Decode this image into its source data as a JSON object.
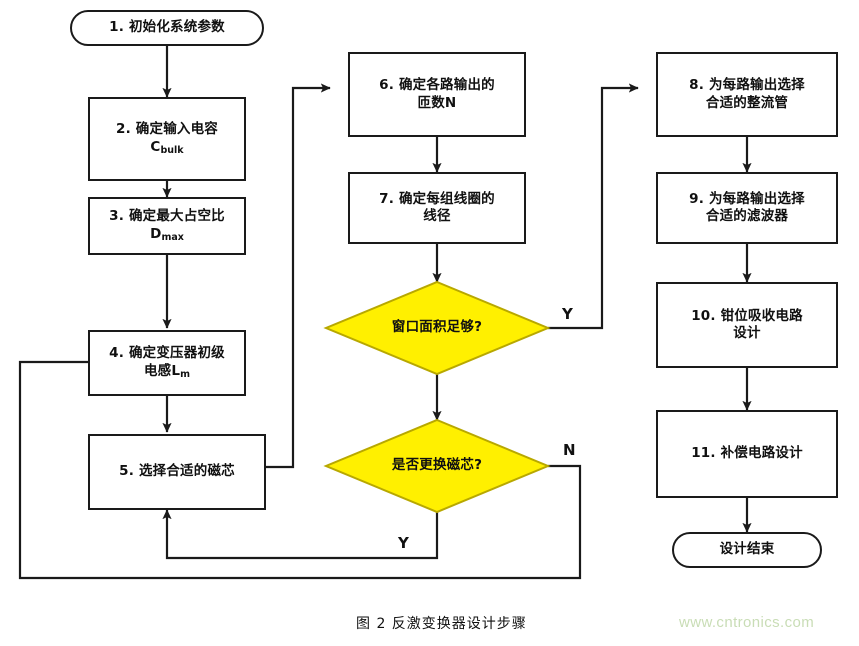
{
  "figure": {
    "caption": "图 2  反激变换器设计步骤",
    "watermark": "www.cntronics.com"
  },
  "colors": {
    "decision_fill": "#FFF000",
    "decision_stroke": "#B8A800",
    "node_stroke": "#1a1a1a",
    "node_fill": "#ffffff",
    "line": "#1a1a1a",
    "watermark": "#c9ddb6",
    "background": "#ffffff"
  },
  "nodes": {
    "start": {
      "type": "terminator",
      "label": "1. 初始化系统参数"
    },
    "step2": {
      "type": "process",
      "label_line1": "2. 确定输入电容",
      "label_line2_main": "C",
      "label_line2_sub": "bulk"
    },
    "step3": {
      "type": "process",
      "label_line1": "3. 确定最大占空比",
      "label_line2_main": "D",
      "label_line2_sub": "max"
    },
    "step4": {
      "type": "process",
      "label_line1": "4. 确定变压器初级",
      "label_line2_main": "电感L",
      "label_line2_sub": "m"
    },
    "step5": {
      "type": "process",
      "label": "5. 选择合适的磁芯"
    },
    "step6": {
      "type": "process",
      "label": "6. 确定各路输出的\n匝数N"
    },
    "step7": {
      "type": "process",
      "label": "7. 确定每组线圈的\n线径"
    },
    "dec1": {
      "type": "decision",
      "label": "窗口面积足够?"
    },
    "dec2": {
      "type": "decision",
      "label": "是否更换磁芯?"
    },
    "step8": {
      "type": "process",
      "label": "8. 为每路输出选择\n合适的整流管"
    },
    "step9": {
      "type": "process",
      "label": "9. 为每路输出选择\n合适的滤波器"
    },
    "step10": {
      "type": "process",
      "label": "10. 钳位吸收电路\n设计"
    },
    "step11": {
      "type": "process",
      "label": "11. 补偿电路设计"
    },
    "end": {
      "type": "terminator",
      "label": "设计结束"
    }
  },
  "branch_labels": {
    "dec1_yes": "Y",
    "dec2_no": "N",
    "dec2_yes": "Y"
  }
}
